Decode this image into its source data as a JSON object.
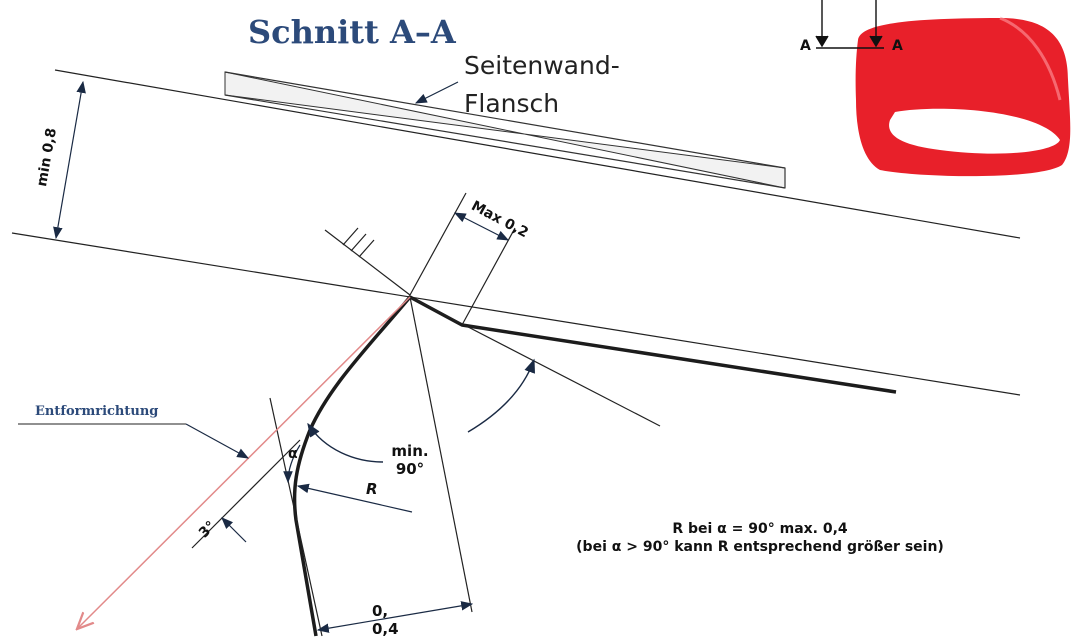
{
  "title": "Schnitt A–A",
  "flange_label": "Seitenwand-Flansch",
  "demold_direction": "Entformrichtung",
  "dims": {
    "min_thickness": "min 0,8",
    "max_gap": "Max 0,2",
    "min_angle": "min.\n90°",
    "alpha": "α",
    "radius": "R",
    "draft": "3°",
    "offset_a": "0,",
    "offset_b": "0,4"
  },
  "note": "R bei α = 90° max. 0,4\n(bei α > 90° kann R entsprechend größer sein)",
  "inset": {
    "label_left": "A",
    "label_right": "A",
    "part_color": "#e8202a"
  }
}
